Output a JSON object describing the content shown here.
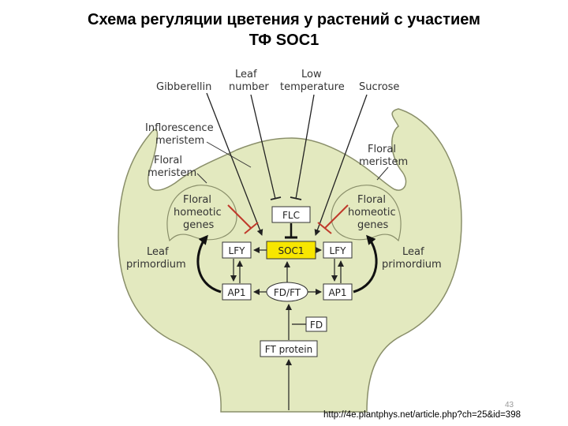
{
  "title": {
    "line1": "Схема регуляции цветения у растений с участием",
    "line2": "ТФ SOC1"
  },
  "inputs": {
    "gibberellin": "Gibberellin",
    "leaf_number_1": "Leaf",
    "leaf_number_2": "number",
    "low_temp_1": "Low",
    "low_temp_2": "temperature",
    "sucrose": "Sucrose"
  },
  "regions": {
    "inflorescence_meristem_1": "Inflorescence",
    "inflorescence_meristem_2": "meristem",
    "floral_meristem_left_1": "Floral",
    "floral_meristem_left_2": "meristem",
    "floral_meristem_right_1": "Floral",
    "floral_meristem_right_2": "meristem",
    "floral_homeotic_left_1": "Floral",
    "floral_homeotic_left_2": "homeotic",
    "floral_homeotic_left_3": "genes",
    "floral_homeotic_right_1": "Floral",
    "floral_homeotic_right_2": "homeotic",
    "floral_homeotic_right_3": "genes",
    "leaf_primordium_left_1": "Leaf",
    "leaf_primordium_left_2": "primordium",
    "leaf_primordium_right_1": "Leaf",
    "leaf_primordium_right_2": "primordium"
  },
  "genes": {
    "flc": "FLC",
    "soc1": "SOC1",
    "lfy_left": "LFY",
    "lfy_right": "LFY",
    "ap1_left": "AP1",
    "ap1_right": "AP1",
    "fd_ft": "FD/FT",
    "fd": "FD",
    "ft_protein": "FT protein"
  },
  "colors": {
    "plant_fill": "#e3e9bf",
    "soc1_fill": "#f7e600",
    "inhibit_red": "#c0392b"
  },
  "slide_number": "43",
  "source_url": "http://4e.plantphys.net/article.php?ch=25&id=398"
}
